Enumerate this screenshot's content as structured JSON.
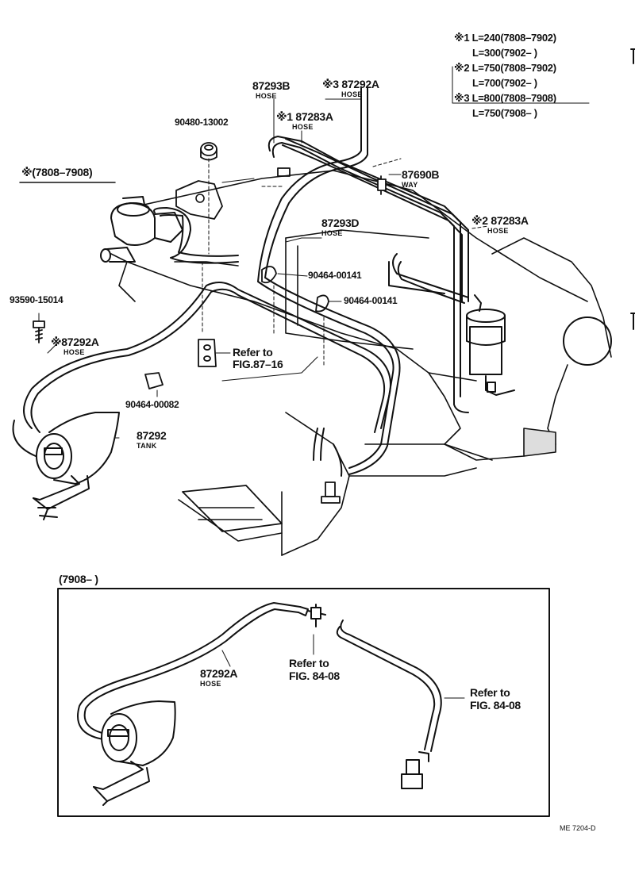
{
  "legend": [
    {
      "mark": "※1",
      "text": "L=240(7808–7902)"
    },
    {
      "mark": "",
      "text": "L=300(7902–        )"
    },
    {
      "mark": "※2",
      "text": "L=750(7808–7902)"
    },
    {
      "mark": "",
      "text": "L=700(7902–        )"
    },
    {
      "mark": "※3",
      "text": "L=800(7808–7908)"
    },
    {
      "mark": "",
      "text": "L=750(7908–        )"
    }
  ],
  "parts": {
    "p87293B": {
      "num": "87293B",
      "desc": "HOSE"
    },
    "p87292A_top": {
      "num": "※3 87292A",
      "desc": "HOSE"
    },
    "p87283A_top": {
      "num": "※1 87283A",
      "desc": "HOSE"
    },
    "p90480": {
      "num": "90480-13002"
    },
    "p87690B": {
      "num": "87690B",
      "desc": "WAY"
    },
    "p87293D": {
      "num": "87293D",
      "desc": "HOSE"
    },
    "p87283A_right": {
      "num": "※2 87283A",
      "desc": "HOSE"
    },
    "p90464_a": {
      "num": "90464-00141"
    },
    "p90464_b": {
      "num": "90464-00141"
    },
    "p93590": {
      "num": "93590-15014"
    },
    "p87292A_left": {
      "num": "※87292A",
      "desc": "HOSE"
    },
    "refer_87": {
      "line1": "Refer to",
      "line2": "FIG.87–16"
    },
    "p90464_c": {
      "num": "90464-00082"
    },
    "p87292": {
      "num": "87292",
      "desc": "TANK"
    },
    "p87292A_inset": {
      "num": "87292A",
      "desc": "HOSE"
    },
    "refer_84a": {
      "line1": "Refer to",
      "line2": "FIG. 84-08"
    },
    "refer_84b": {
      "line1": "Refer to",
      "line2": "FIG. 84-08"
    }
  },
  "variant_main": "※(7808–7908)",
  "variant_inset": "(7908–        )",
  "code": "ME  7204-D"
}
